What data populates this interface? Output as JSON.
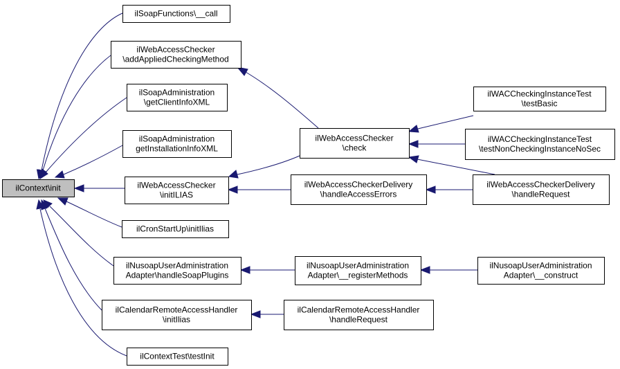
{
  "graph": {
    "root": {
      "label": "ilContext\\init"
    },
    "callers": {
      "soap_call": {
        "lines": [
          "ilSoapFunctions\\__call"
        ]
      },
      "wac_add": {
        "lines": [
          "ilWebAccessChecker",
          "\\addAppliedCheckingMethod"
        ]
      },
      "soap_client": {
        "lines": [
          "ilSoapAdministration",
          "\\getClientInfoXML"
        ]
      },
      "soap_install": {
        "lines": [
          "ilSoapAdministration",
          "getInstallationInfoXML"
        ]
      },
      "wac_init": {
        "lines": [
          "ilWebAccessChecker",
          "\\initILIAS"
        ]
      },
      "cron": {
        "lines": [
          "ilCronStartUp\\initIlias"
        ]
      },
      "nusoap_plugins": {
        "lines": [
          "ilNusoapUserAdministration",
          "Adapter\\handleSoapPlugins"
        ]
      },
      "cal_init": {
        "lines": [
          "ilCalendarRemoteAccessHandler",
          "\\initIlias"
        ]
      },
      "ctx_test": {
        "lines": [
          "ilContextTest\\testInit"
        ]
      },
      "wac_check": {
        "lines": [
          "ilWebAccessChecker",
          "\\check"
        ]
      },
      "wacd_errors": {
        "lines": [
          "ilWebAccessCheckerDelivery",
          "\\handleAccessErrors"
        ]
      },
      "nusoap_register": {
        "lines": [
          "ilNusoapUserAdministration",
          "Adapter\\__registerMethods"
        ]
      },
      "cal_handle": {
        "lines": [
          "ilCalendarRemoteAccessHandler",
          "\\handleRequest"
        ]
      },
      "test_basic": {
        "lines": [
          "ilWACCheckingInstanceTest",
          "\\testBasic"
        ]
      },
      "test_nonsec": {
        "lines": [
          "ilWACCheckingInstanceTest",
          "\\testNonCheckingInstanceNoSec"
        ]
      },
      "wacd_handle": {
        "lines": [
          "ilWebAccessCheckerDelivery",
          "\\handleRequest"
        ]
      },
      "nusoap_construct": {
        "lines": [
          "ilNusoapUserAdministration",
          "Adapter\\__construct"
        ]
      }
    },
    "edges": [
      {
        "from": "soap_call",
        "to": "root"
      },
      {
        "from": "wac_add",
        "to": "root"
      },
      {
        "from": "soap_client",
        "to": "root"
      },
      {
        "from": "soap_install",
        "to": "root"
      },
      {
        "from": "wac_init",
        "to": "root"
      },
      {
        "from": "cron",
        "to": "root"
      },
      {
        "from": "nusoap_plugins",
        "to": "root"
      },
      {
        "from": "cal_init",
        "to": "root"
      },
      {
        "from": "ctx_test",
        "to": "root"
      },
      {
        "from": "wac_check",
        "to": "wac_add"
      },
      {
        "from": "wac_check",
        "to": "wac_init"
      },
      {
        "from": "wacd_errors",
        "to": "wac_init"
      },
      {
        "from": "nusoap_register",
        "to": "nusoap_plugins"
      },
      {
        "from": "cal_handle",
        "to": "cal_init"
      },
      {
        "from": "test_basic",
        "to": "wac_check"
      },
      {
        "from": "test_nonsec",
        "to": "wac_check"
      },
      {
        "from": "wacd_handle",
        "to": "wac_check"
      },
      {
        "from": "wacd_handle",
        "to": "wacd_errors"
      },
      {
        "from": "nusoap_construct",
        "to": "nusoap_register"
      }
    ],
    "colors": {
      "edge": "#191970",
      "root_fill": "#bfbfbf",
      "node_fill": "#ffffff",
      "border": "#000000"
    }
  }
}
